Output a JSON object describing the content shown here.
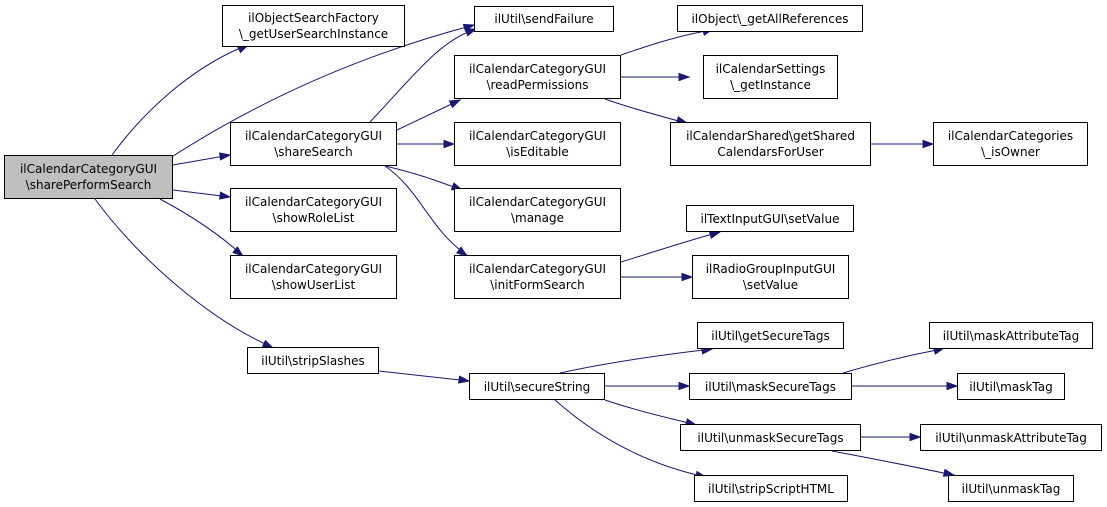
{
  "diagram": {
    "colors": {
      "edge": "#191970",
      "root_fill": "#bfbfbf",
      "node_fill": "#ffffff",
      "border": "#000000"
    },
    "nodes": {
      "root": {
        "l1": "ilCalendarCategoryGUI",
        "l2": "\\sharePerformSearch"
      },
      "osf": {
        "l1": "ilObjectSearchFactory",
        "l2": "\\_getUserSearchInstance"
      },
      "sendFailure": {
        "l1": "ilUtil\\sendFailure"
      },
      "shareSearch": {
        "l1": "ilCalendarCategoryGUI",
        "l2": "\\shareSearch"
      },
      "showRoleList": {
        "l1": "ilCalendarCategoryGUI",
        "l2": "\\showRoleList"
      },
      "showUserList": {
        "l1": "ilCalendarCategoryGUI",
        "l2": "\\showUserList"
      },
      "stripSlashes": {
        "l1": "ilUtil\\stripSlashes"
      },
      "readPermissions": {
        "l1": "ilCalendarCategoryGUI",
        "l2": "\\readPermissions"
      },
      "isEditable": {
        "l1": "ilCalendarCategoryGUI",
        "l2": "\\isEditable"
      },
      "manage": {
        "l1": "ilCalendarCategoryGUI",
        "l2": "\\manage"
      },
      "initFormSearch": {
        "l1": "ilCalendarCategoryGUI",
        "l2": "\\initFormSearch"
      },
      "secureString": {
        "l1": "ilUtil\\secureString"
      },
      "getAllReferences": {
        "l1": "ilObject\\_getAllReferences"
      },
      "calSettings": {
        "l1": "ilCalendarSettings",
        "l2": "\\_getInstance"
      },
      "sharedCal": {
        "l1": "ilCalendarShared\\getShared",
        "l2": "CalendarsForUser"
      },
      "textSetValue": {
        "l1": "ilTextInputGUI\\setValue"
      },
      "radioSetValue": {
        "l1": "ilRadioGroupInputGUI",
        "l2": "\\setValue"
      },
      "getSecureTags": {
        "l1": "ilUtil\\getSecureTags"
      },
      "maskSecureTags": {
        "l1": "ilUtil\\maskSecureTags"
      },
      "unmaskSecureTags": {
        "l1": "ilUtil\\unmaskSecureTags"
      },
      "stripScriptHTML": {
        "l1": "ilUtil\\stripScriptHTML"
      },
      "isOwner": {
        "l1": "ilCalendarCategories",
        "l2": "\\_isOwner"
      },
      "maskAttributeTag": {
        "l1": "ilUtil\\maskAttributeTag"
      },
      "maskTag": {
        "l1": "ilUtil\\maskTag"
      },
      "unmaskAttributeTag": {
        "l1": "ilUtil\\unmaskAttributeTag"
      },
      "unmaskTag": {
        "l1": "ilUtil\\unmaskTag"
      }
    }
  }
}
